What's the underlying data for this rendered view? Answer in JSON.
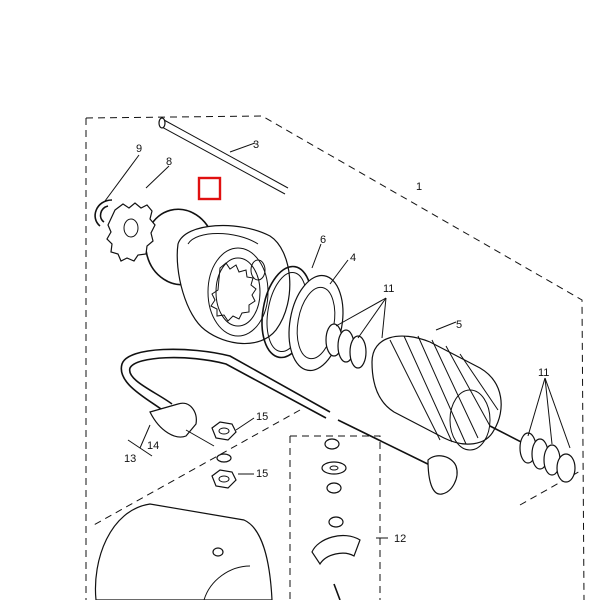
{
  "diagram": {
    "callouts": {
      "n1": "1",
      "n3": "3",
      "n4": "4",
      "n5": "5",
      "n6": "6",
      "n8": "8",
      "n9": "9",
      "n11a": "11",
      "n11b": "11",
      "n12": "12",
      "n13": "13",
      "n14": "14",
      "n15a": "15",
      "n15b": "15"
    },
    "highlight_color": "#e01010"
  }
}
